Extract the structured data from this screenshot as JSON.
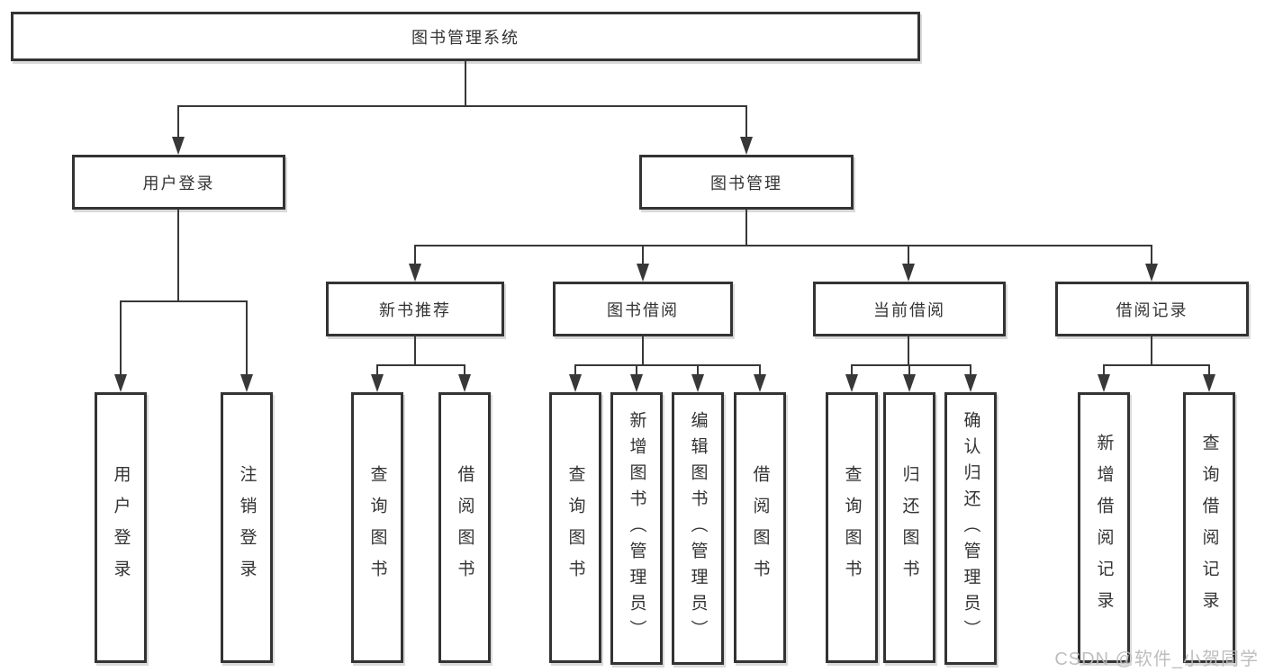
{
  "tree": {
    "label": "图书管理系统",
    "children": [
      {
        "label": "用户登录",
        "children": [
          {
            "label": "用户登录"
          },
          {
            "label": "注销登录"
          }
        ]
      },
      {
        "label": "图书管理",
        "children": [
          {
            "label": "新书推荐",
            "children": [
              {
                "label": "查询图书"
              },
              {
                "label": "借阅图书"
              }
            ]
          },
          {
            "label": "图书借阅",
            "children": [
              {
                "label": "查询图书"
              },
              {
                "label": "新增图书（管理员）"
              },
              {
                "label": "编辑图书（管理员）"
              },
              {
                "label": "借阅图书"
              }
            ]
          },
          {
            "label": "当前借阅",
            "children": [
              {
                "label": "查询图书"
              },
              {
                "label": "归还图书"
              },
              {
                "label": "确认归还（管理员）"
              }
            ]
          },
          {
            "label": "借阅记录",
            "children": [
              {
                "label": "新增借阅记录"
              },
              {
                "label": "查询借阅记录"
              }
            ]
          }
        ]
      }
    ]
  },
  "watermark": {
    "text": "CSDN @软件_小贺同学"
  },
  "colors": {
    "background": "#ffffff",
    "line": "#383838",
    "box_border": "#333333",
    "text": "#333333",
    "watermark": "#bbbbbb"
  }
}
